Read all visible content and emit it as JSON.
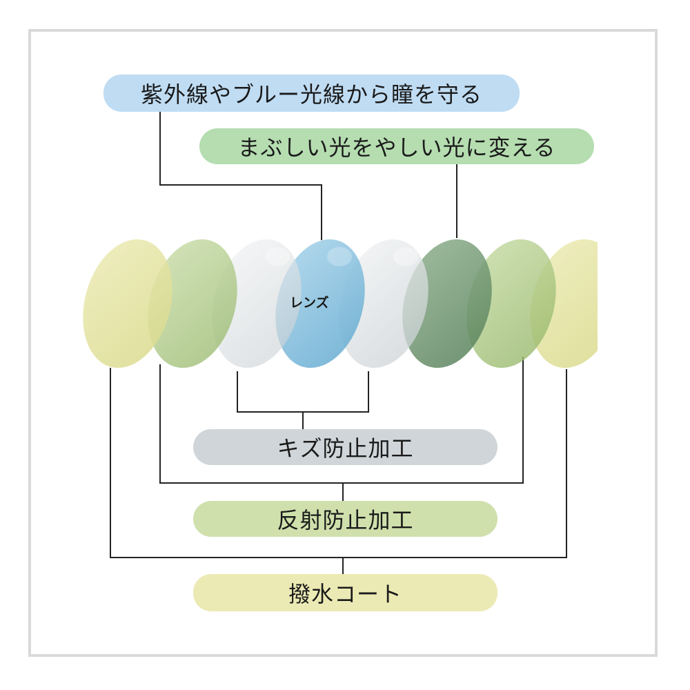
{
  "labels": {
    "uv": "紫外線やブルー光線から瞳を守る",
    "glare": "まぶしい光をやしい光に変える",
    "lens": "レンズ",
    "scratch": "キズ防止加工",
    "reflect": "反射防止加工",
    "water": "撥水コート"
  },
  "colors": {
    "uv_pill": "#bfdcf3",
    "glare_pill": "#b5ddb0",
    "scratch_pill": "#cfd5d8",
    "reflect_pill": "#cfe0ac",
    "water_pill": "#eceab4",
    "lens_yellow": "#e3e29b",
    "lens_green": "#a9c67d",
    "lens_clear": "#dfe3e6",
    "lens_blue": "#7bbad9",
    "lens_dark": "#6f9a72",
    "connector": "#222222"
  }
}
